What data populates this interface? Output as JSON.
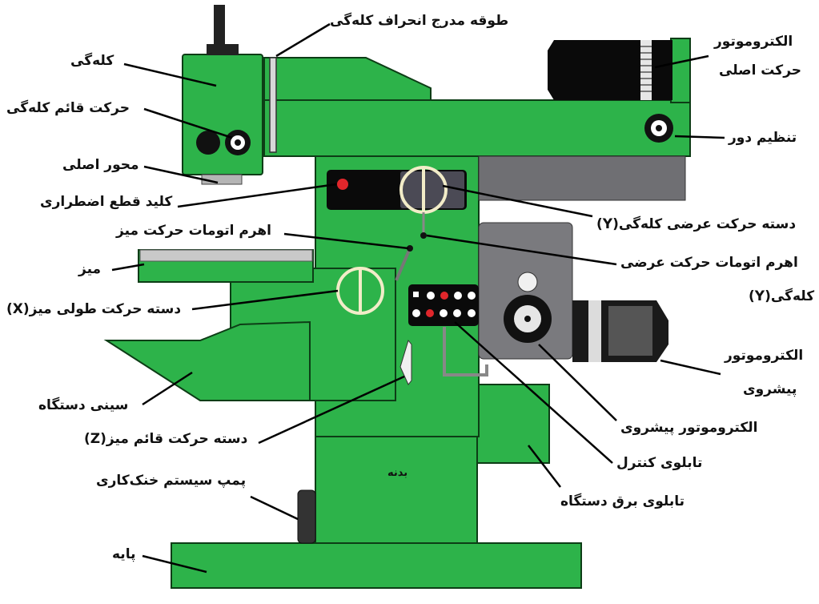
{
  "title": "Milling machine parts",
  "colors": {
    "body": "#2db34a",
    "outline": "#0d3d16",
    "motor": "#0a0a0a",
    "grey": "#6f6f73",
    "accent_red": "#e0262b",
    "leader": "#000000"
  },
  "labels": {
    "head_tilt_ring": "طوقه مدرج انحراف کله‌گی",
    "head": "کله‌گی",
    "head_vertical_move": "حرکت قائم کله‌گی",
    "main_spindle": "محور اصلی",
    "emergency_stop": "کلید قطع اضطراری",
    "table_auto_lever": "اهرم اتومات حرکت میز",
    "table": "میز",
    "table_longitudinal_handle": "دسته حرکت طولی میز(X)",
    "machine_saddle": "سینی دستگاه",
    "table_vertical_handle": "دسته حرکت قائم میز(Z)",
    "coolant_pump": "پمپ سیستم خنک‌کاری",
    "base": "پایه",
    "main_motor_line1": "الکتروموتور",
    "main_motor_line2": "حرکت اصلی",
    "speed_adjust": "تنظیم دور",
    "head_cross_handle": "دسته حرکت عرضی کله‌گی(Y)",
    "head_cross_auto_line1": "اهرم اتومات حرکت عرضی",
    "head_cross_auto_line2": "کله‌گی(Y)",
    "feed_motor_line1": "الکتروموتور",
    "feed_motor_line2": "پیشروی",
    "feed_motor_knob": "الکتروموتور پیشروی",
    "control_panel": "تابلوی کنترل",
    "electrical_panel": "تابلوی برق دستگاه",
    "column_body": "بدنه"
  }
}
